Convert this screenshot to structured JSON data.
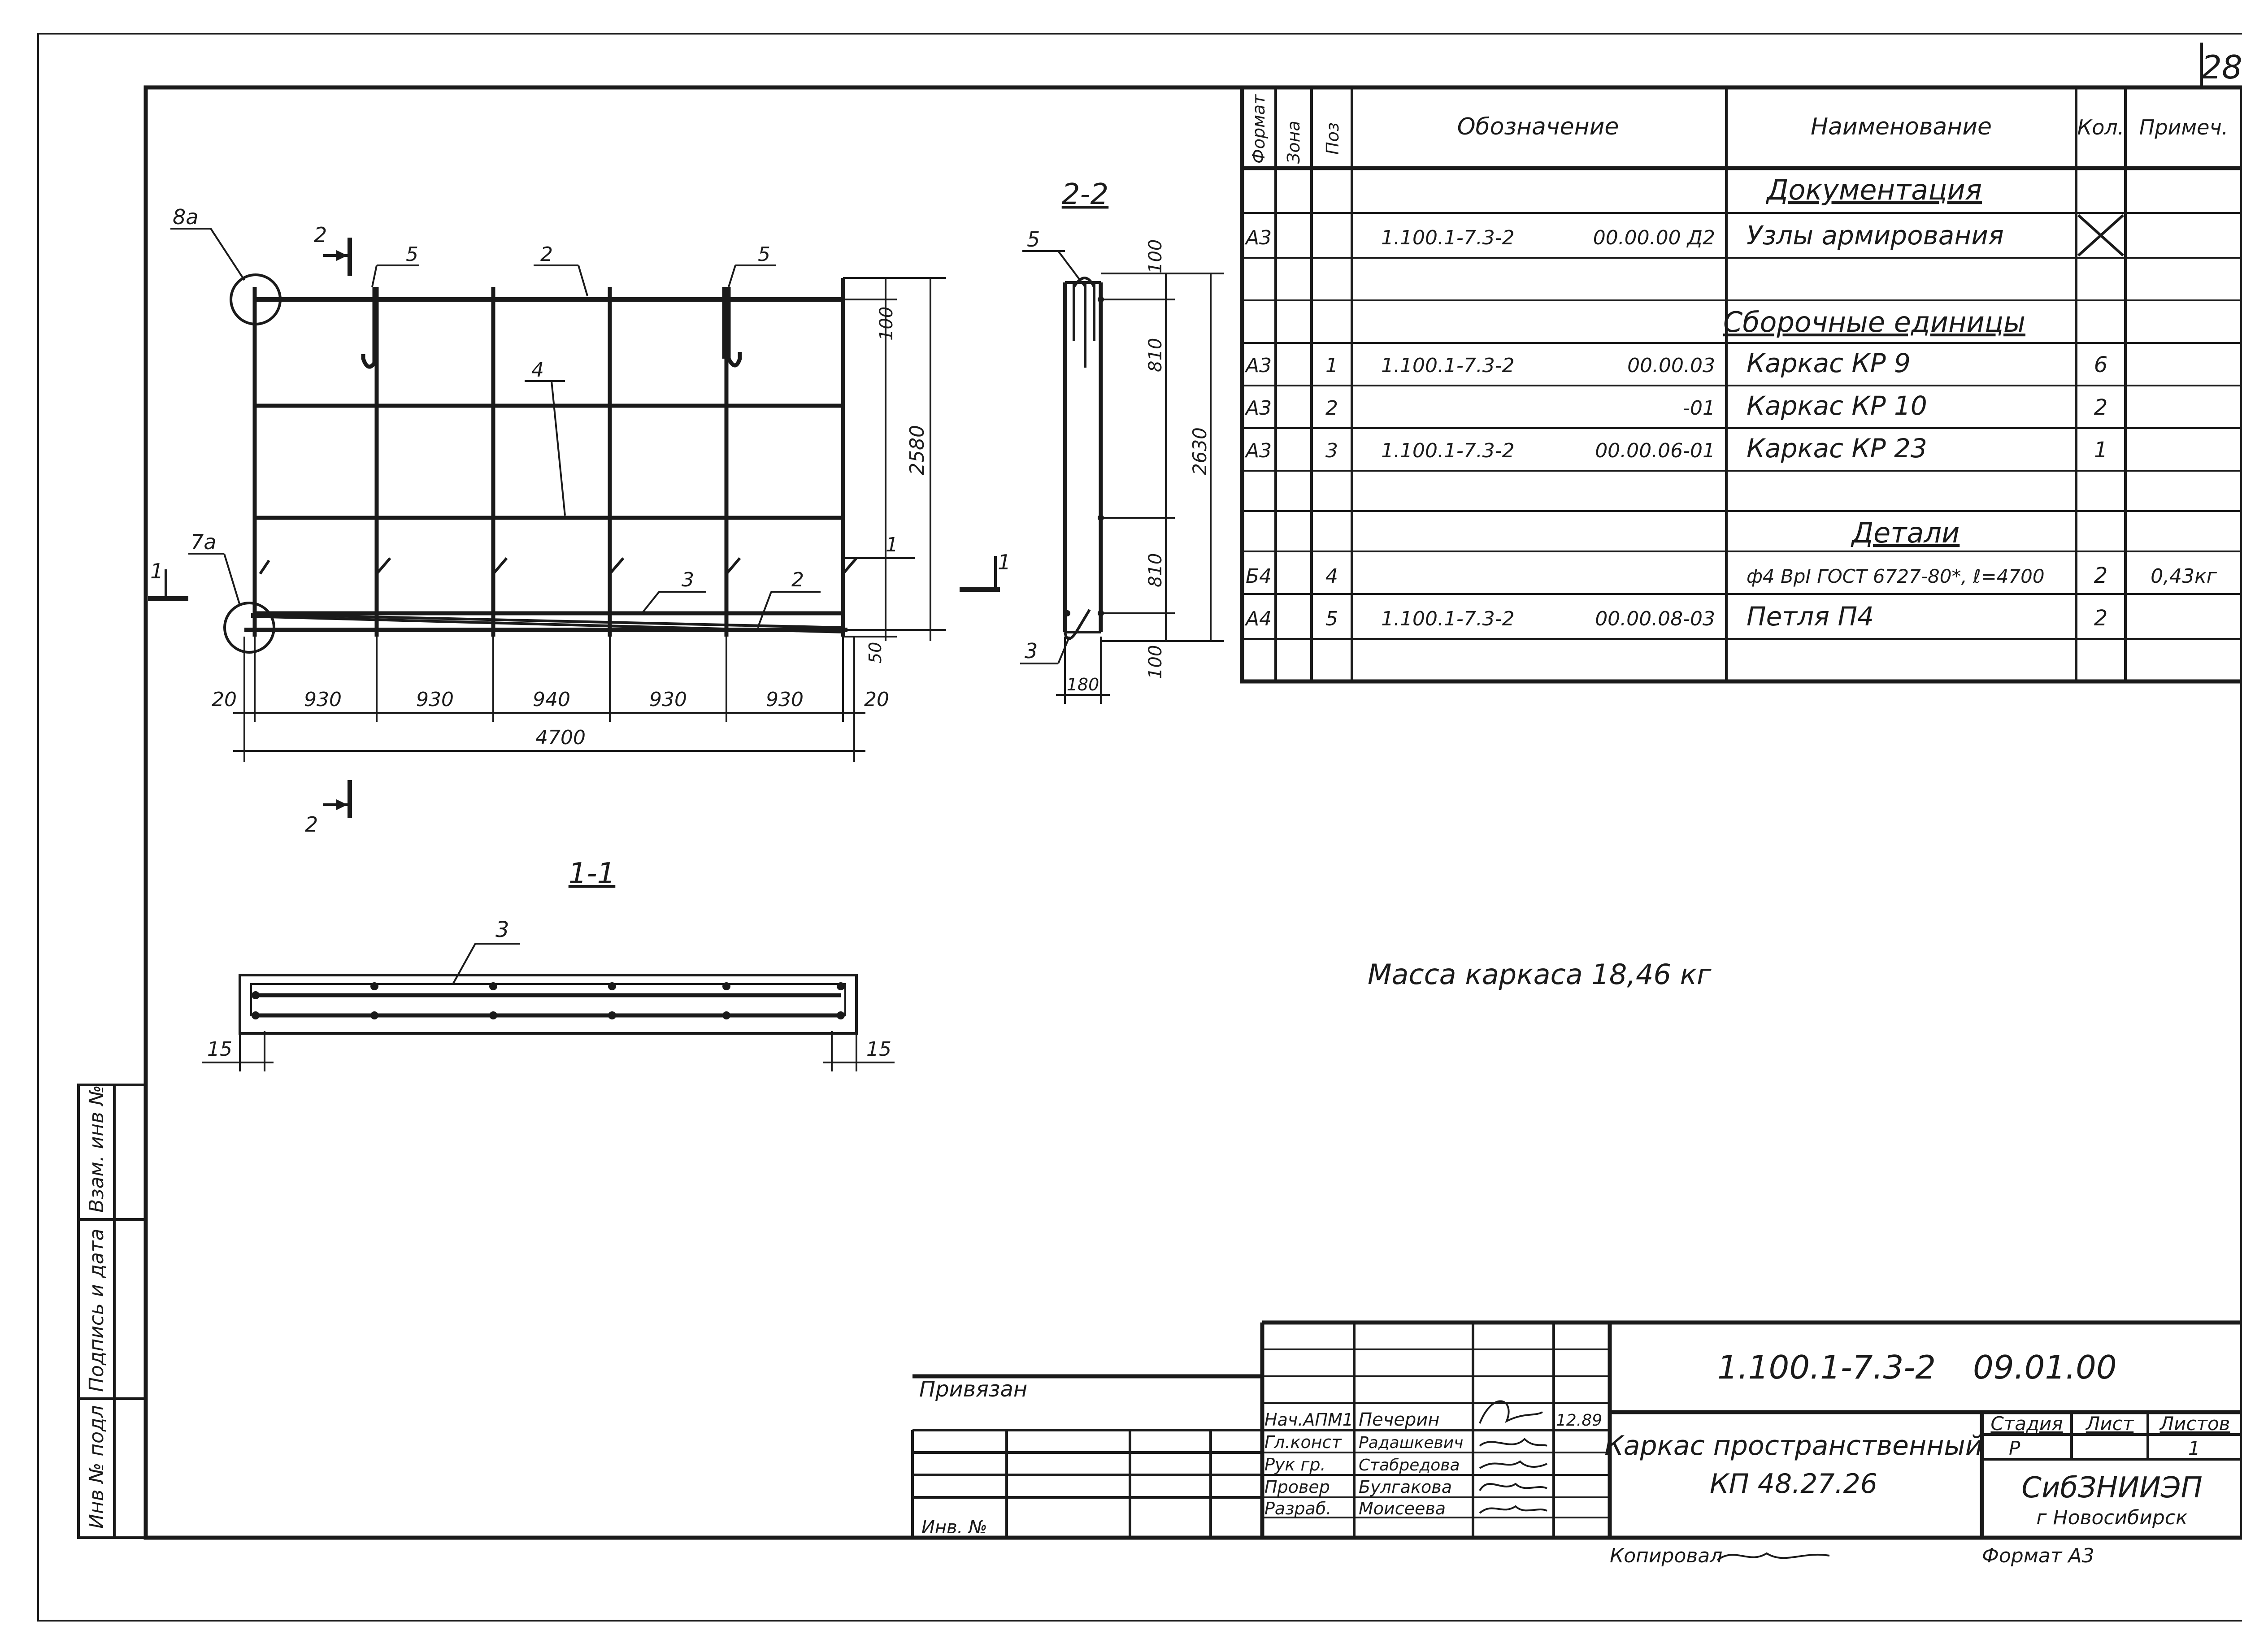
{
  "sheet_number": "28",
  "spec_table": {
    "headers": {
      "format": "Формат",
      "zone": "Зона",
      "pos": "Поз",
      "designation": "Обозначение",
      "name": "Наименование",
      "qty": "Кол.",
      "note": "Примеч."
    },
    "rows": [
      {
        "section": "Документация"
      },
      {
        "format": "А3",
        "pos": "",
        "doc": "1.100.1-7.3-2",
        "code": "00.00.00 Д2",
        "name": "Узлы армирования",
        "qty": "",
        "note": ""
      },
      {
        "section": "Сборочные единицы"
      },
      {
        "format": "А3",
        "pos": "1",
        "doc": "1.100.1-7.3-2",
        "code": "00.00.03",
        "name": "Каркас   КР 9",
        "qty": "6",
        "note": ""
      },
      {
        "format": "А3",
        "pos": "2",
        "doc": "",
        "code": "-01",
        "name": "Каркас   КР 10",
        "qty": "2",
        "note": ""
      },
      {
        "format": "А3",
        "pos": "3",
        "doc": "1.100.1-7.3-2",
        "code": "00.00.06-01",
        "name": "Каркас   КР 23",
        "qty": "1",
        "note": ""
      },
      {
        "section": "Детали"
      },
      {
        "format": "Б4",
        "pos": "4",
        "doc": "",
        "code": "",
        "name": "ф4 ВрI ГОСТ 6727-80*, ℓ=4700",
        "qty": "2",
        "note": "0,43кг"
      },
      {
        "format": "А4",
        "pos": "5",
        "doc": "1.100.1-7.3-2",
        "code": "00.00.08-03",
        "name": "Петля  П4",
        "qty": "2",
        "note": ""
      }
    ]
  },
  "plan_view": {
    "node_callouts": [
      "8а",
      "7а"
    ],
    "section_marks": [
      "2",
      "2",
      "1",
      "1"
    ],
    "position_labels": [
      "5",
      "2",
      "5",
      "4",
      "1",
      "3",
      "2"
    ],
    "span_dims": [
      "20",
      "930",
      "930",
      "940",
      "930",
      "930",
      "20"
    ],
    "overall_length": "4700",
    "height_dims": [
      "100",
      "2580",
      "50"
    ]
  },
  "section_2_2": {
    "title": "2-2",
    "position_labels": [
      "5",
      "3"
    ],
    "dims": [
      "100",
      "810",
      "2630",
      "810",
      "100"
    ],
    "width_dim": "180"
  },
  "section_1_1": {
    "title": "1-1",
    "position_label": "3",
    "edge_dims": [
      "15",
      "15"
    ]
  },
  "mass_note": "Масса каркаса  18,46 кг",
  "title_block": {
    "doc_number": "1.100.1-7.3-2",
    "sheet_code": "09.01.00",
    "tied_label": "Привязан",
    "inv_label": "Инв. №",
    "roles": [
      {
        "role": "Нач.АПМ1",
        "name": "Печерин"
      },
      {
        "role": "Гл.конст",
        "name": "Радашкевич"
      },
      {
        "role": "Рук гр.",
        "name": "Стабредова"
      },
      {
        "role": "Провер",
        "name": "Булгакова"
      },
      {
        "role": "Разраб.",
        "name": "Моисеева"
      }
    ],
    "date": "12.89",
    "object_name_1": "Каркас  пространственный",
    "object_name_2": "КП 48.27.26",
    "stage_label": "Стадия",
    "sheet_label": "Лист",
    "sheets_label": "Листов",
    "stage_value": "Р",
    "sheets_value": "1",
    "org_name": "СибЗНИИЭП",
    "org_city": "г Новосибирск",
    "copied_label": "Копировал",
    "format_label": "Формат  А3"
  },
  "side_stamps": {
    "inv_orig": "Инв № подл",
    "sign_date": "Подпись и дата",
    "replace_inv": "Взам. инв №"
  }
}
